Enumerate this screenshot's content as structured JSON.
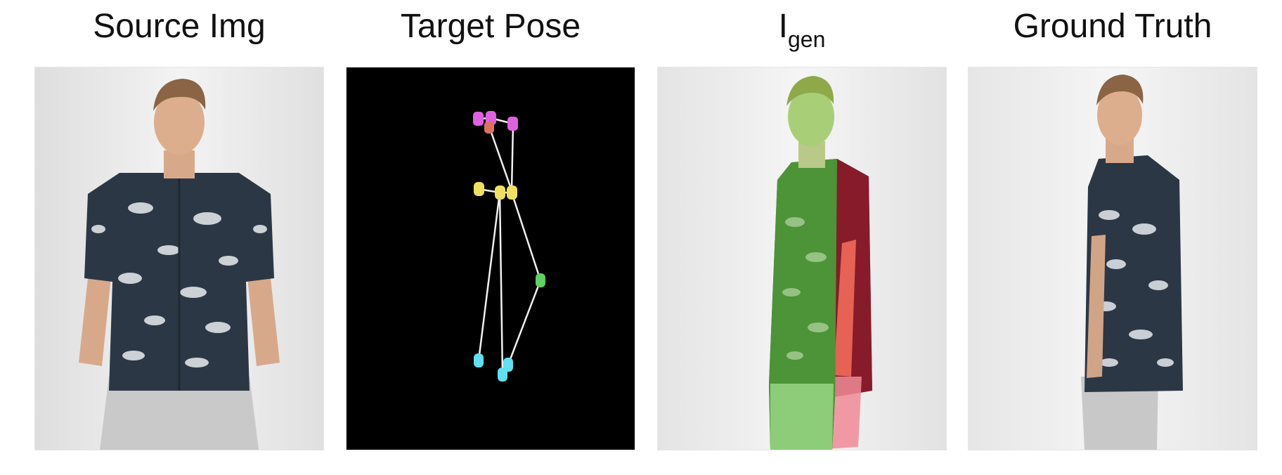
{
  "panels": [
    {
      "title": "Source Img"
    },
    {
      "title": "Target Pose"
    },
    {
      "title_main": "I",
      "title_sub": "gen"
    },
    {
      "title": "Ground Truth"
    }
  ],
  "keypoint_colors": {
    "head": "#e060e0",
    "nose": "#e07060",
    "shoulders": "#f0e060",
    "elbow": "#60d060",
    "hands": "#60e0f0",
    "limb": "#f0f0f0"
  },
  "mask_colors": {
    "front": "#5cc43a",
    "back": "#a0182a",
    "arm": "#f06a5a",
    "legs_back": "#f08a96"
  }
}
